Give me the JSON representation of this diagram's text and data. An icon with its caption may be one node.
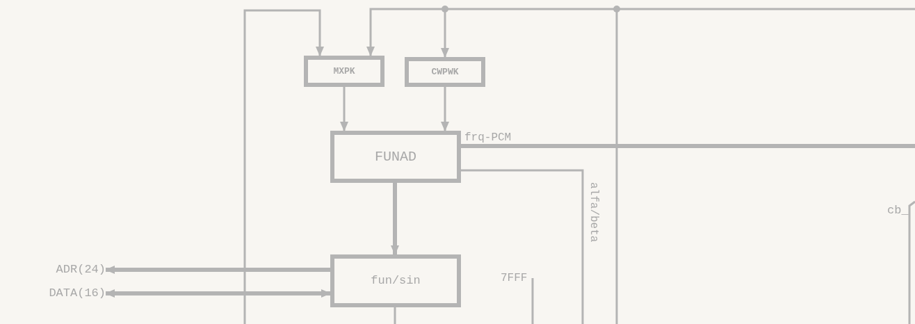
{
  "diagram": {
    "nodes": [
      {
        "text": [
          "MXPK"
        ]
      },
      {
        "text": [
          "CWPWK"
        ]
      },
      {
        "text": [
          "FUNAD"
        ]
      },
      {
        "text": [
          "fun/sin"
        ]
      },
      {
        "text": [
          "ADR(24)"
        ]
      },
      {
        "text": [
          "DATA(16)"
        ]
      }
    ],
    "edges": [
      {
        "from": null,
        "to": 0,
        "arrow": "to"
      },
      {
        "from": null,
        "to": 0,
        "arrow": "to"
      },
      {
        "from": null,
        "to": 1,
        "arrow": "to"
      },
      {
        "from": 0,
        "to": 2,
        "arrow": "to"
      },
      {
        "from": 1,
        "to": 2,
        "arrow": "to"
      },
      {
        "from": 2,
        "to": 3,
        "arrow": "to",
        "style": "thick"
      },
      {
        "from": 3,
        "to": 4,
        "arrow": "to",
        "style": "thick"
      },
      {
        "from": 3,
        "to": 5,
        "arrow": "both",
        "style": "thick"
      },
      {
        "from": 2,
        "to": null,
        "arrow": "none",
        "label": "frq-PCM",
        "style": "thick"
      },
      {
        "from": 2,
        "to": null,
        "arrow": "none",
        "label": "alfa/beta"
      },
      {
        "from": 3,
        "to": null,
        "arrow": "none"
      }
    ],
    "labels": [
      "7FFF",
      "cb_"
    ]
  }
}
